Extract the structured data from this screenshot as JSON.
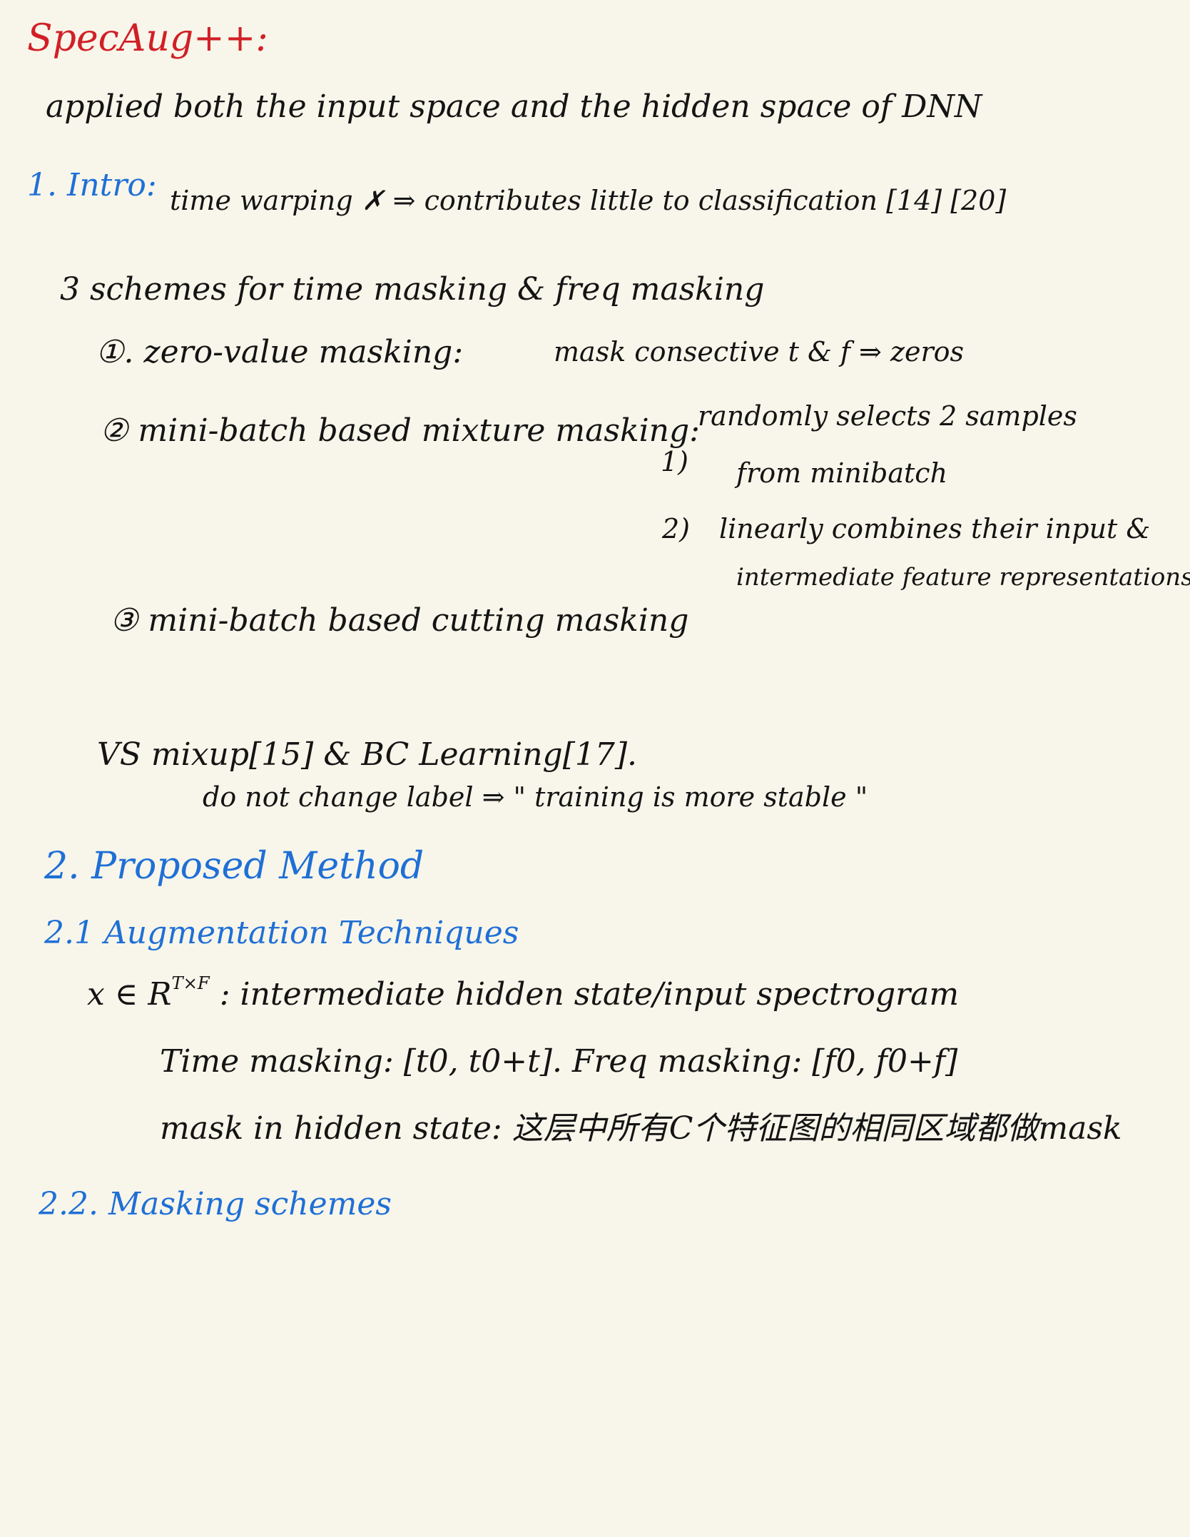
{
  "note": {
    "title": "SpecAug++:",
    "summary": "applied both the input space and the hidden space of DNN",
    "intro": {
      "heading": "1. Intro:",
      "time_warping": "time warping ✗ ⇒ contributes little to classification [14] [20]",
      "schemes_line": "3 schemes for time masking & freq masking",
      "scheme1": "①. zero-value masking:",
      "scheme1_desc": "mask consective t & f ⇒ zeros",
      "scheme2": "② mini-batch based mixture masking:",
      "scheme2_step1_num": "1)",
      "scheme2_step1_a": "randomly selects 2 samples",
      "scheme2_step1_b": "from minibatch",
      "scheme2_step2_num": "2)",
      "scheme2_step2_a": "linearly combines their input &",
      "scheme2_step2_b": "intermediate feature representations",
      "scheme3": "③ mini-batch based cutting masking",
      "vs_line": "VS mixup[15] & BC Learning[17].",
      "vs_note": "do not change label ⇒ \" training is more stable \""
    },
    "method": {
      "heading": "2. Proposed Method",
      "sub1": "2.1 Augmentation Techniques",
      "space_prefix": "x ∈ R",
      "space_sup": "T×F",
      "space_desc": ": intermediate hidden state/input spectrogram",
      "masking_ranges": "Time masking: [t0, t0+t].   Freq masking: [f0, f0+f]",
      "hidden_mask": "mask in hidden state: 这层中所有C个特征图的相同区域都做mask",
      "sub2": "2.2. Masking schemes"
    }
  }
}
